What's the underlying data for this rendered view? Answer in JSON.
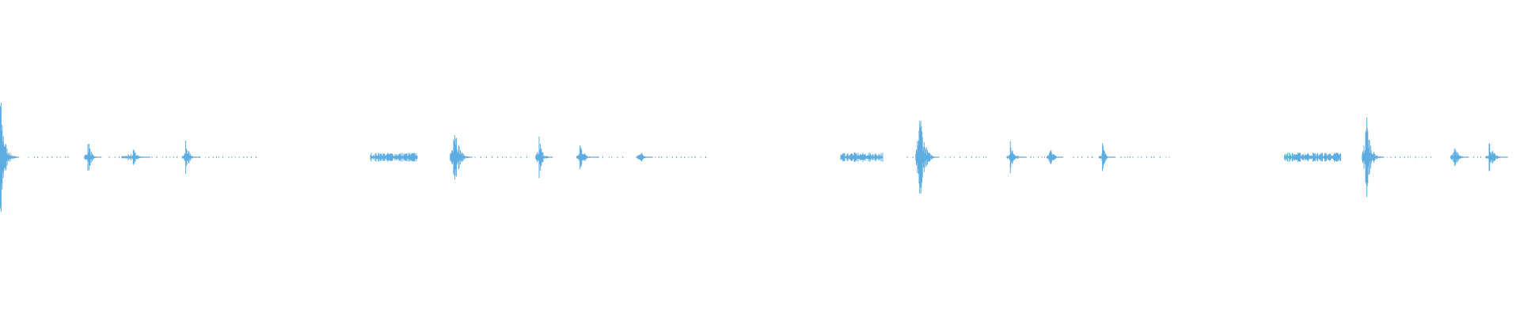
{
  "waveform": {
    "color": "#5DADE2",
    "channels": 1,
    "clusters": [
      {
        "name": "cluster-1",
        "noise": [
          [
            0.08,
            0.01,
            1
          ],
          [
            0.13,
            0.03,
            1
          ]
        ],
        "bursts": [
          {
            "t": 0.0,
            "amp": 1.0,
            "dur": 0.2,
            "pre": 0.0
          },
          {
            "t": 0.92,
            "amp": 0.33,
            "dur": 0.15,
            "pre": 0.03
          },
          {
            "t": 1.4,
            "amp": 0.16,
            "dur": 0.18,
            "pre": 0.12
          },
          {
            "t": 1.95,
            "amp": 0.3,
            "dur": 0.16,
            "pre": 0.03
          }
        ],
        "dots": [
          [
            0.3,
            0.75
          ],
          [
            1.15,
            1.3
          ],
          [
            1.6,
            1.9
          ],
          [
            2.1,
            2.7
          ]
        ]
      },
      {
        "name": "cluster-2",
        "noise": [
          [
            3.9,
            4.4,
            0.06
          ]
        ],
        "bursts": [
          {
            "t": 4.0,
            "amp": 0.1,
            "dur": 0.12,
            "pre": 0.03
          },
          {
            "t": 4.77,
            "amp": 0.86,
            "dur": 0.2,
            "pre": 0.03
          },
          {
            "t": 5.67,
            "amp": 0.35,
            "dur": 0.15,
            "pre": 0.03
          },
          {
            "t": 6.1,
            "amp": 0.25,
            "dur": 0.2,
            "pre": 0.03
          },
          {
            "t": 6.73,
            "amp": 0.15,
            "dur": 0.14,
            "pre": 0.03
          }
        ],
        "dots": [
          [
            5.0,
            5.55
          ],
          [
            6.3,
            6.6
          ],
          [
            6.9,
            7.45
          ]
        ]
      },
      {
        "name": "cluster-3",
        "noise": [
          [
            8.85,
            9.3,
            0.06
          ]
        ],
        "bursts": [
          {
            "t": 8.95,
            "amp": 0.07,
            "dur": 0.12,
            "pre": 0.03
          },
          {
            "t": 9.67,
            "amp": 0.98,
            "dur": 0.22,
            "pre": 0.03
          },
          {
            "t": 10.63,
            "amp": 0.26,
            "dur": 0.18,
            "pre": 0.03
          },
          {
            "t": 11.05,
            "amp": 0.25,
            "dur": 0.14,
            "pre": 0.03
          },
          {
            "t": 11.6,
            "amp": 0.25,
            "dur": 0.14,
            "pre": 0.03
          }
        ],
        "dots": [
          [
            9.55,
            9.62
          ],
          [
            9.95,
            10.4
          ],
          [
            10.85,
            11.0
          ],
          [
            11.3,
            11.55
          ],
          [
            11.8,
            12.35
          ]
        ]
      },
      {
        "name": "cluster-4",
        "noise": [
          [
            13.52,
            14.12,
            0.06
          ]
        ],
        "bursts": [
          {
            "t": 14.37,
            "amp": 0.88,
            "dur": 0.2,
            "pre": 0.03
          },
          {
            "t": 15.3,
            "amp": 0.27,
            "dur": 0.16,
            "pre": 0.03
          },
          {
            "t": 15.67,
            "amp": 0.26,
            "dur": 0.2,
            "pre": 0.03
          }
        ],
        "dots": [
          [
            14.55,
            15.1
          ],
          [
            15.45,
            15.6
          ]
        ]
      }
    ]
  }
}
